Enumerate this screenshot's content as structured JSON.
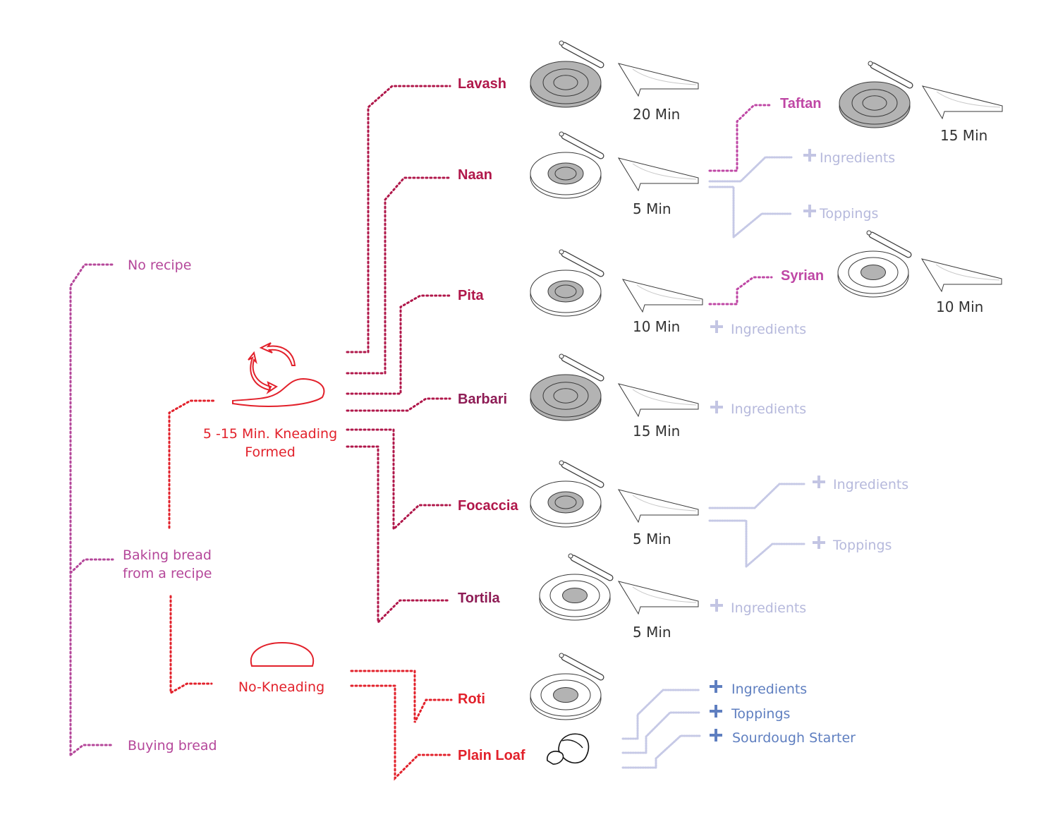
{
  "colors": {
    "purple": "#b5479a",
    "red": "#e2212b",
    "crimson": "#b0174a",
    "wine": "#8e1c55",
    "magenta": "#bf47a5",
    "faint": "#b6b9dc",
    "blue": "#5f7fc0",
    "gray_fill": "#b3b3b3",
    "outline": "#3a3a3a"
  },
  "root": {
    "no_recipe": "No recipe",
    "from_recipe_line1": "Baking bread",
    "from_recipe_line2": "from a recipe",
    "buying": "Buying bread"
  },
  "methods": {
    "kneading_line1": "5 -15 Min. Kneading",
    "kneading_line2": "Formed",
    "no_kneading": "No-Kneading"
  },
  "breads": {
    "lavash": {
      "name": "Lavash",
      "time": "20 Min"
    },
    "naan": {
      "name": "Naan",
      "time": "5 Min"
    },
    "pita": {
      "name": "Pita",
      "time": "10 Min"
    },
    "barbari": {
      "name": "Barbari",
      "time": "15 Min"
    },
    "focaccia": {
      "name": "Focaccia",
      "time": "5 Min"
    },
    "tortila": {
      "name": "Tortila",
      "time": "5 Min"
    },
    "roti": {
      "name": "Roti"
    },
    "plain_loaf": {
      "name": "Plain Loaf"
    }
  },
  "variants": {
    "taftan": {
      "name": "Taftan",
      "time": "15 Min"
    },
    "syrian": {
      "name": "Syrian",
      "time": "10 Min"
    }
  },
  "extras": {
    "ingredients": "Ingredients",
    "toppings": "Toppings",
    "sourdough": "Sourdough Starter"
  }
}
